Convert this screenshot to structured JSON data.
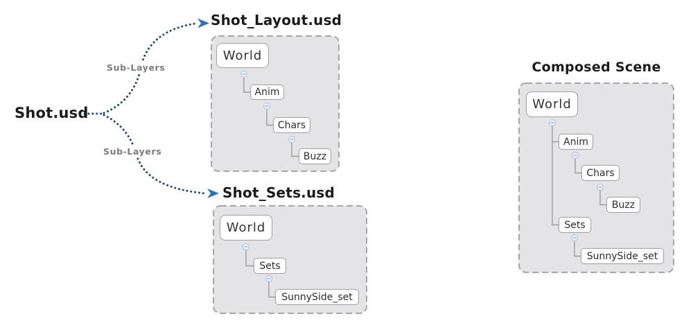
{
  "source": {
    "label": "Shot.usd"
  },
  "relationships": [
    {
      "label": "Sub-Layers",
      "from": "Shot.usd",
      "to": "Shot_Layout.usd"
    },
    {
      "label": "Sub-Layers",
      "from": "Shot.usd",
      "to": "Shot_Sets.usd"
    }
  ],
  "panels": [
    {
      "name": "shot-layout",
      "title": "Shot_Layout.usd",
      "nodes": [
        {
          "label": "World",
          "parent": null
        },
        {
          "label": "Anim",
          "parent": "World"
        },
        {
          "label": "Chars",
          "parent": "Anim"
        },
        {
          "label": "Buzz",
          "parent": "Chars"
        }
      ]
    },
    {
      "name": "shot-sets",
      "title": "Shot_Sets.usd",
      "nodes": [
        {
          "label": "World",
          "parent": null
        },
        {
          "label": "Sets",
          "parent": "World"
        },
        {
          "label": "SunnySide_set",
          "parent": "Sets"
        }
      ]
    },
    {
      "name": "composed-scene",
      "title": "Composed Scene",
      "nodes": [
        {
          "label": "World",
          "parent": null
        },
        {
          "label": "Anim",
          "parent": "World"
        },
        {
          "label": "Chars",
          "parent": "Anim"
        },
        {
          "label": "Buzz",
          "parent": "Chars"
        },
        {
          "label": "Sets",
          "parent": "World"
        },
        {
          "label": "SunnySide_set",
          "parent": "Sets"
        }
      ]
    }
  ],
  "icons": {
    "expander": "collapse-minus-icon",
    "arrow": "arrowhead-icon"
  },
  "colors": {
    "arrow_blue": "#2a72b8",
    "dot_navy": "#1d4a73",
    "panel_fill": "#e4e4e6",
    "panel_border": "#a6a6a6",
    "node_border": "#a3a3a3",
    "connector_gray": "#9b9b9b",
    "expander_fill": "#e7eff9",
    "expander_stroke": "#aac5e5",
    "title_color": "#1b1b1b",
    "sublayer_gray": "#7c7c7c"
  }
}
